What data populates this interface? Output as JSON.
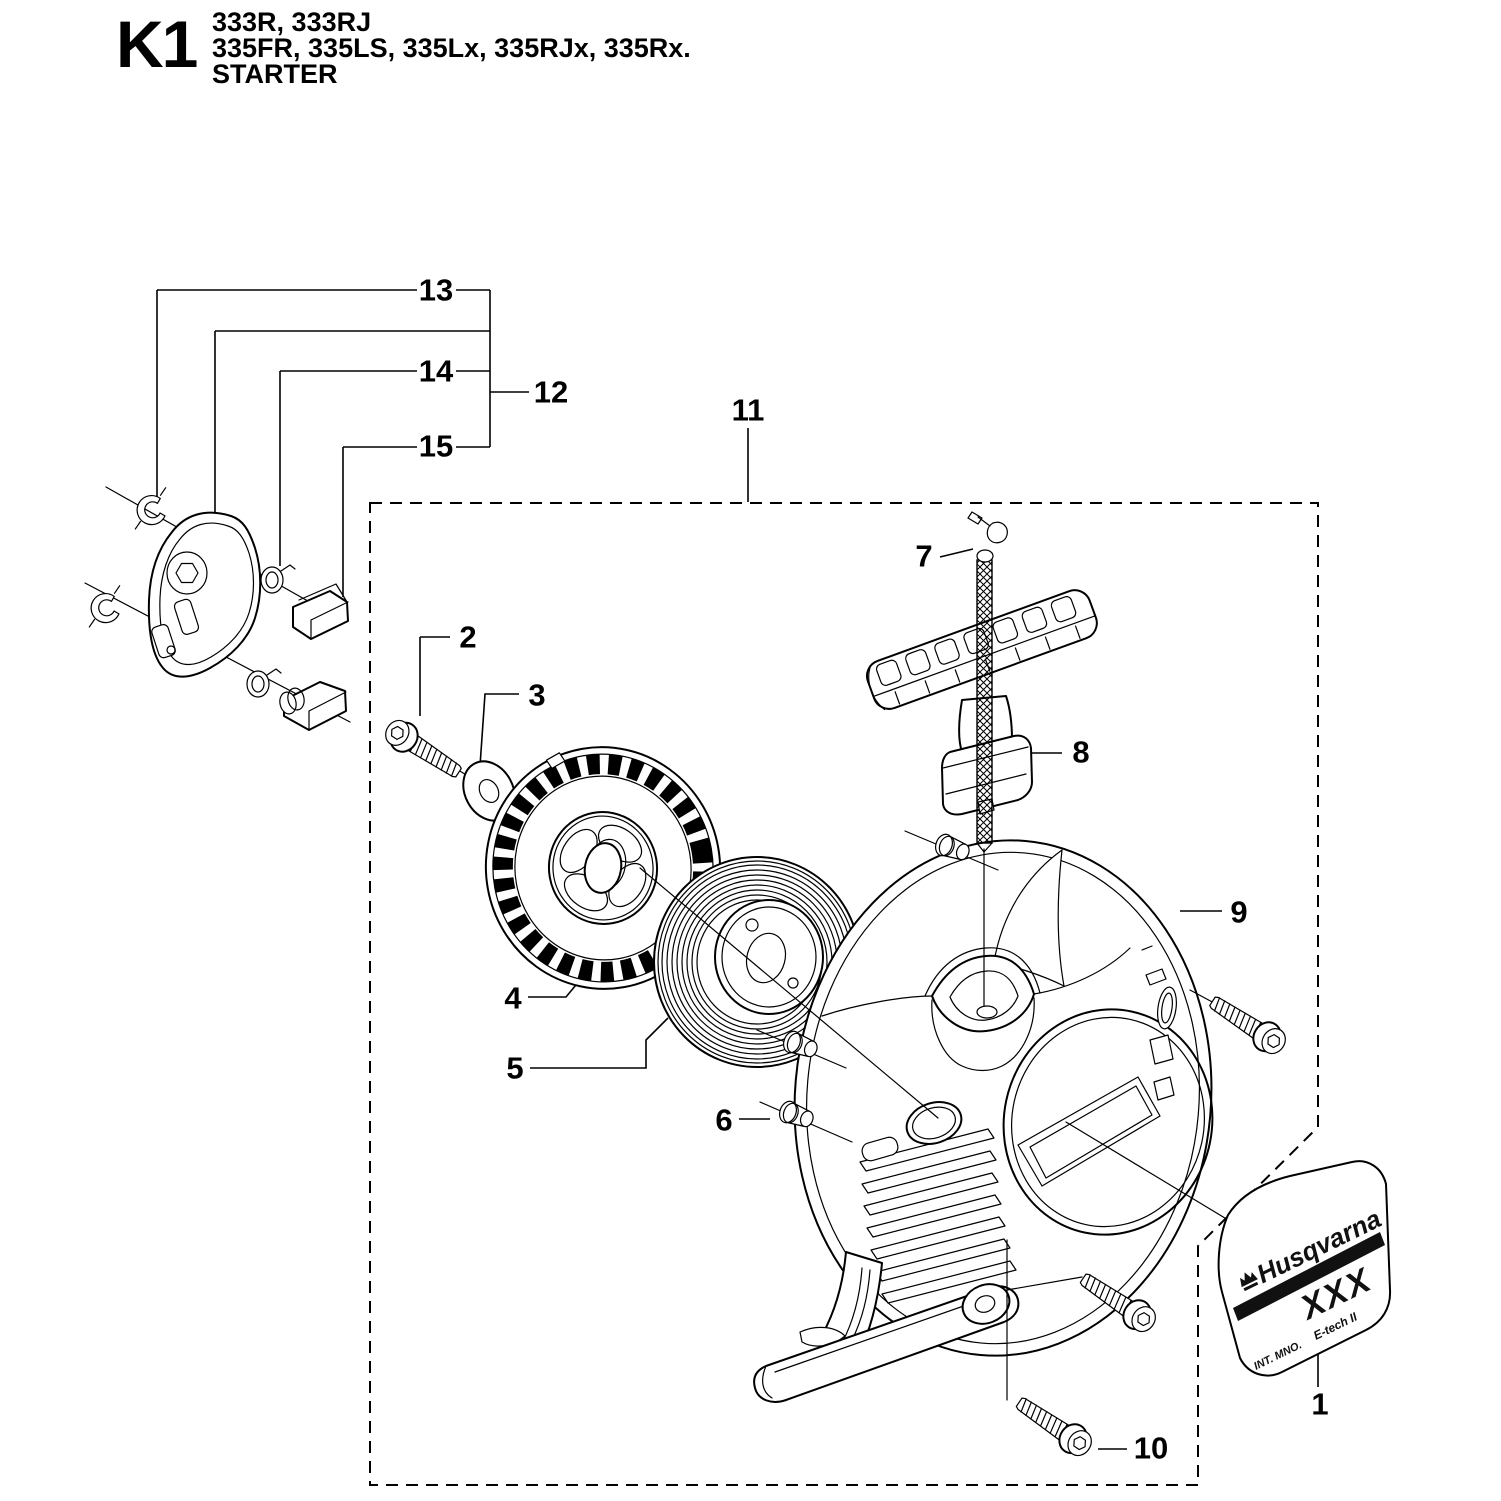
{
  "title_block": {
    "section_code": "K1",
    "models_line1": "333R, 333RJ",
    "models_line2": "335FR, 335LS, 335Lx, 335RJx, 335Rx.",
    "subtitle": "STARTER"
  },
  "callouts": [
    {
      "number": "1"
    },
    {
      "number": "2"
    },
    {
      "number": "3"
    },
    {
      "number": "4"
    },
    {
      "number": "5"
    },
    {
      "number": "6"
    },
    {
      "number": "7"
    },
    {
      "number": "8"
    },
    {
      "number": "9"
    },
    {
      "number": "10"
    },
    {
      "number": "11"
    },
    {
      "number": "12"
    },
    {
      "number": "13"
    },
    {
      "number": "14"
    },
    {
      "number": "15"
    }
  ],
  "decal": {
    "brand": "Husqvarna",
    "model_placeholder": "XXX",
    "small_text_left": "INT. MNO.",
    "small_text_right": "E-tech II"
  }
}
